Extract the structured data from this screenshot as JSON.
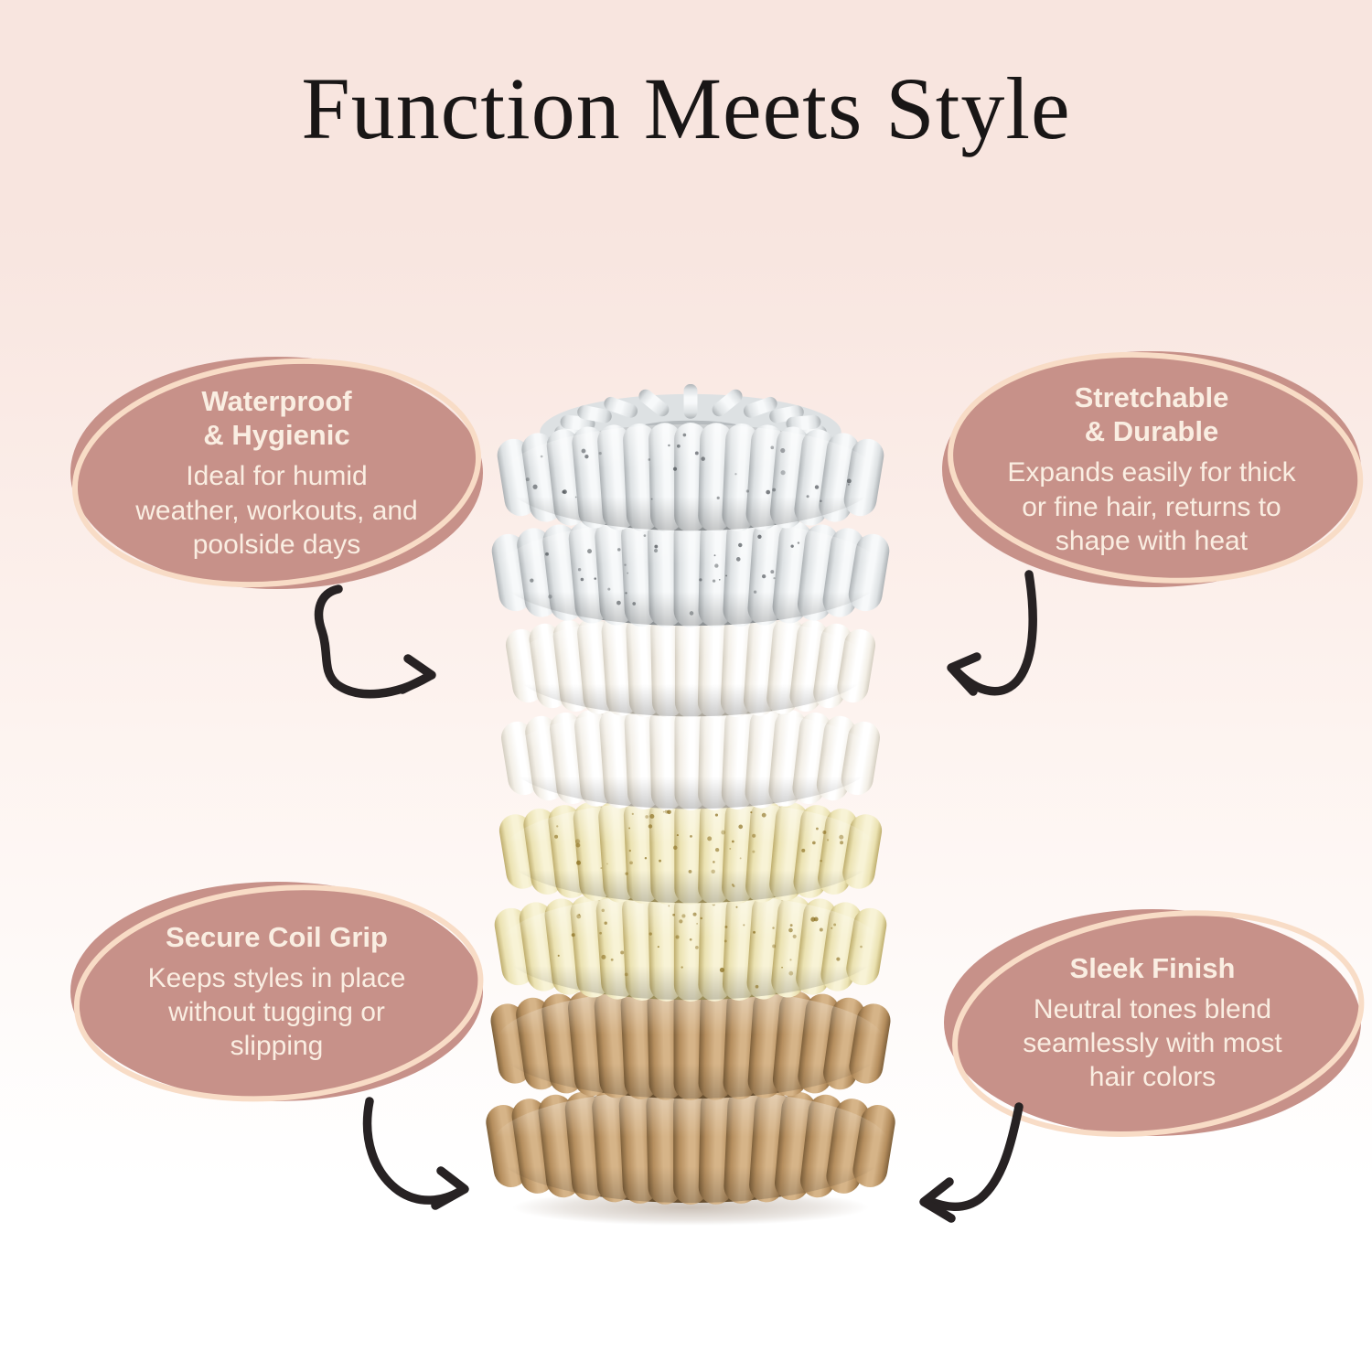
{
  "title": "Function Meets Style",
  "colors": {
    "background_top": "#f8e5df",
    "background_middle": "#fdf3ef",
    "background_bottom": "#ffffff",
    "callout_fill": "#c79189",
    "callout_ring": "#f8dcc6",
    "callout_text": "#faeee2",
    "title_text": "#191616",
    "arrow": "#272223"
  },
  "callouts": [
    {
      "id": "waterproof-hygienic",
      "position": "top-left",
      "heading": "Waterproof\n& Hygienic",
      "body": "Ideal for humid\nweather, workouts, and\npoolside days"
    },
    {
      "id": "stretchable-durable",
      "position": "top-right",
      "heading": "Stretchable\n& Durable",
      "body": "Expands easily for thick\nor fine hair, returns to\nshape with heat"
    },
    {
      "id": "secure-coil-grip",
      "position": "bottom-left",
      "heading": "Secure Coil Grip",
      "body": "Keeps styles in place\nwithout tugging or\nslipping"
    },
    {
      "id": "sleek-finish",
      "position": "bottom-right",
      "heading": "Sleek Finish",
      "body": "Neutral tones blend\nseamlessly with most\nhair colors"
    }
  ],
  "product": {
    "name": "stack of spiral coil hair ties",
    "coil_count": 8,
    "coils": [
      {
        "color_name": "clear",
        "crevice": "#aeb3b6",
        "mid": "#dde1e3",
        "hi": "#f7f9fa",
        "speckle": "#4a4f54",
        "speckles": 30
      },
      {
        "color_name": "clear",
        "crevice": "#aeb3b6",
        "mid": "#dde1e3",
        "hi": "#f7f9fa",
        "speckle": "#4a4f54",
        "speckles": 34
      },
      {
        "color_name": "white",
        "crevice": "#d5cfc2",
        "mid": "#f3efe7",
        "hi": "#ffffff",
        "speckle": "",
        "speckles": 0
      },
      {
        "color_name": "white",
        "crevice": "#d5cfc2",
        "mid": "#f3efe7",
        "hi": "#ffffff",
        "speckle": "",
        "speckles": 0
      },
      {
        "color_name": "gold-glitter",
        "crevice": "#bfae6e",
        "mid": "#ebe2b2",
        "hi": "#f8f3d6",
        "speckle": "#8a6d1e",
        "speckles": 48
      },
      {
        "color_name": "gold-glitter",
        "crevice": "#bfae6e",
        "mid": "#ebe2b2",
        "hi": "#f8f3d6",
        "speckle": "#8a6d1e",
        "speckles": 48
      },
      {
        "color_name": "tan",
        "crevice": "#7f613b",
        "mid": "#b58e5e",
        "hi": "#d6b488",
        "speckle": "",
        "speckles": 0
      },
      {
        "color_name": "tan",
        "crevice": "#7f613b",
        "mid": "#b58e5e",
        "hi": "#d6b488",
        "speckle": "",
        "speckles": 0
      }
    ]
  }
}
